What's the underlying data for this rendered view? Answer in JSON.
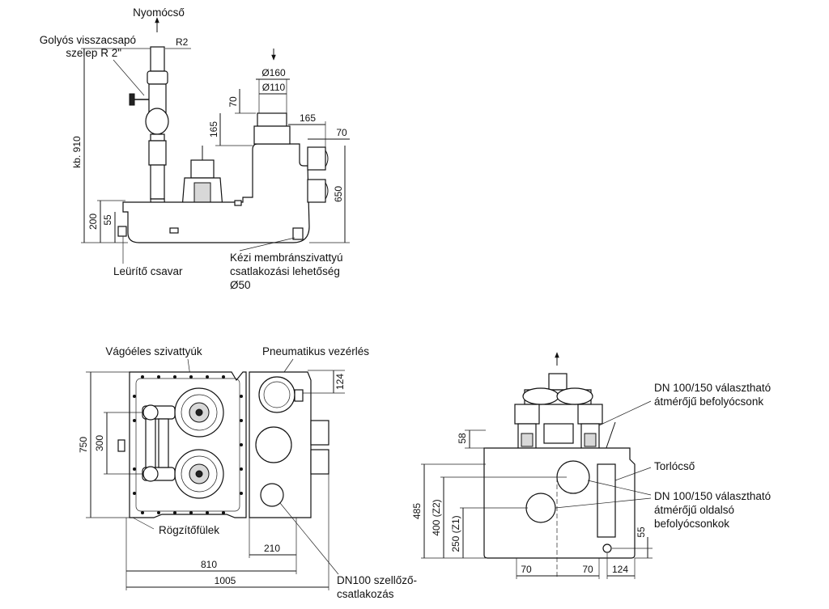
{
  "side_view": {
    "labels": {
      "pressure_pipe": "Nyomócső",
      "ball_check_valve_line1": "Golyós visszacsapó",
      "ball_check_valve_line2": "szelep R 2\"",
      "r2": "R2",
      "drain_screw": "Leürítő csavar",
      "manual_pump_line1": "Kézi membránszivattyú",
      "manual_pump_line2": "csatlakozási lehetőség",
      "manual_pump_line3": "Ø50"
    },
    "dimensions": {
      "d160": "Ø160",
      "d110": "Ø110",
      "v70": "70",
      "v165": "165",
      "h165": "165",
      "h70": "70",
      "v650": "650",
      "kb910": "kb. 910",
      "v200": "200",
      "v55": "55"
    }
  },
  "top_view": {
    "labels": {
      "cutting_pumps": "Vágóéles szivattyúk",
      "pneumatic_control": "Pneumatikus vezérlés",
      "fixing_lugs": "Rögzítőfülek",
      "vent_line1": "DN100 szellőző-",
      "vent_line2": "csatlakozás"
    },
    "dimensions": {
      "d124": "124",
      "d750": "750",
      "d300": "300",
      "d210": "210",
      "d810": "810",
      "d1005": "1005"
    }
  },
  "front_view": {
    "labels": {
      "inlet_line1": "DN 100/150 választható",
      "inlet_line2": "átmérőjű befolyócsonk",
      "pressure_pipe": "Torlócső",
      "side_inlet_line1": "DN 100/150 választható",
      "side_inlet_line2": "átmérőjű oldalsó",
      "side_inlet_line3": "befolyócsonkok"
    },
    "dimensions": {
      "d58": "58",
      "d485": "485",
      "z2": "400 (Z2)",
      "z1": "250 (Z1)",
      "d55": "55",
      "d70a": "70",
      "d70b": "70",
      "d124": "124"
    }
  }
}
